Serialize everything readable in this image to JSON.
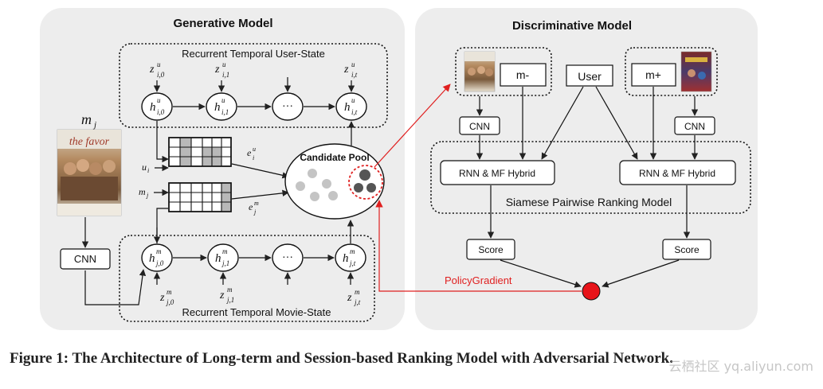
{
  "colors": {
    "panel_bg": "#ededed",
    "arrow_red": "#e02020",
    "policy_node": "#e8141a",
    "shade_cell": "#b8b8b8",
    "pool_dot_light": "#c4c4c4",
    "pool_dot_dark": "#555555"
  },
  "generative": {
    "title": "Generative Model",
    "user_state_title": "Recurrent Temporal User-State",
    "movie_state_title": "Recurrent Temporal Movie-State",
    "movie_label": "m",
    "movie_label_sub": "j",
    "cnn": "CNN",
    "u_label": "u",
    "u_sub": "i",
    "m_label": "m",
    "m_sub": "j",
    "e_u": "e",
    "e_u_sup": "u",
    "e_u_sub": "i",
    "e_m": "e",
    "e_m_sup": "m",
    "e_m_sub": "j",
    "user_nodes": [
      {
        "main": "h",
        "sup": "u",
        "sub": "i,0"
      },
      {
        "main": "h",
        "sup": "u",
        "sub": "i,1"
      },
      {
        "main": "···",
        "sup": "",
        "sub": ""
      },
      {
        "main": "h",
        "sup": "u",
        "sub": "i,t"
      }
    ],
    "user_inputs": [
      {
        "main": "z",
        "sup": "u",
        "sub": "i,0"
      },
      {
        "main": "z",
        "sup": "u",
        "sub": "i,1"
      },
      {
        "main": "",
        "sup": "",
        "sub": ""
      },
      {
        "main": "z",
        "sup": "u",
        "sub": "i,t"
      }
    ],
    "movie_nodes": [
      {
        "main": "h",
        "sup": "m",
        "sub": "j,0"
      },
      {
        "main": "h",
        "sup": "m",
        "sub": "j,1"
      },
      {
        "main": "···",
        "sup": "",
        "sub": ""
      },
      {
        "main": "h",
        "sup": "m",
        "sub": "j,t"
      }
    ],
    "movie_inputs": [
      {
        "main": "z",
        "sup": "m",
        "sub": "j,0"
      },
      {
        "main": "z",
        "sup": "m",
        "sub": "j,1"
      },
      {
        "main": "",
        "sup": "",
        "sub": ""
      },
      {
        "main": "z",
        "sup": "m",
        "sub": "j,t"
      }
    ],
    "candidate_pool": "Candidate Pool"
  },
  "discriminative": {
    "title": "Discriminative Model",
    "m_minus": "m-",
    "user": "User",
    "m_plus": "m+",
    "cnn": "CNN",
    "hybrid": "RNN & MF Hybrid",
    "siamese": "Siamese Pairwise Ranking Model",
    "score": "Score",
    "policy_gradient": "PolicyGradient"
  },
  "caption": "Figure 1: The Architecture of Long-term and Session-based Ranking Model with Adversarial Network.",
  "watermark": "云栖社区 yq.aliyun.com"
}
